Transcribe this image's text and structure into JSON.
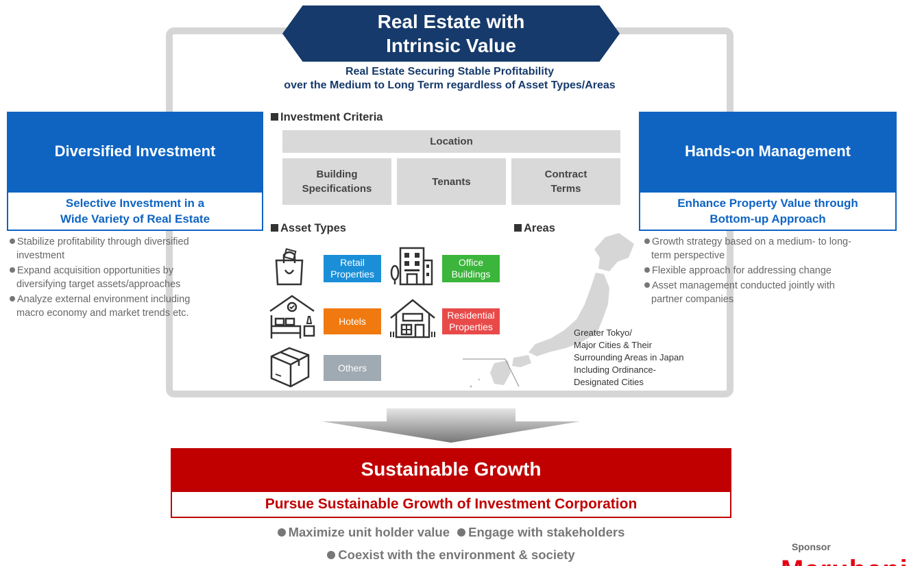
{
  "top": {
    "title": "Real Estate with Intrinsic Value",
    "subtitle_line1": "Real Estate Securing Stable Profitability",
    "subtitle_line2": "over the Medium to Long Term regardless of Asset Types/Areas"
  },
  "left": {
    "heading": "Diversified Investment",
    "sub_line1": "Selective Investment in a",
    "sub_line2": "Wide Variety of Real Estate",
    "bullets": [
      [
        "Stabilize profitability through diversified",
        "investment"
      ],
      [
        "Expand acquisition opportunities by",
        "diversifying target assets/approaches"
      ],
      [
        "Analyze external environment including",
        "macro economy and market trends etc."
      ]
    ]
  },
  "right": {
    "heading": "Hands-on Management",
    "sub_line1": "Enhance Property Value through",
    "sub_line2": "Bottom-up Approach",
    "bullets": [
      [
        "Growth strategy based on a medium- to long-",
        "term perspective"
      ],
      [
        "Flexible approach for addressing change"
      ],
      [
        "Asset management conducted jointly with",
        "partner companies"
      ]
    ]
  },
  "criteria": {
    "heading": "Investment Criteria",
    "location": "Location",
    "building_l1": "Building",
    "building_l2": "Specifications",
    "tenants": "Tenants",
    "contract_l1": "Contract",
    "contract_l2": "Terms"
  },
  "assets": {
    "heading": "Asset Types",
    "retail_l1": "Retail",
    "retail_l2": "Properties",
    "office_l1": "Office",
    "office_l2": "Buildings",
    "hotels": "Hotels",
    "residential_l1": "Residential",
    "residential_l2": "Properties",
    "others": "Others"
  },
  "areas": {
    "heading": "Areas",
    "lines": [
      "Greater Tokyo/",
      "Major Cities & Their",
      "Surrounding Areas in Japan",
      "Including Ordinance-",
      "Designated Cities"
    ]
  },
  "growth": {
    "heading": "Sustainable Growth",
    "sub": "Pursue Sustainable Growth of Investment Corporation",
    "goal1": "Maximize unit holder value",
    "goal2": "Engage with stakeholders",
    "goal3": "Coexist with the environment & society"
  },
  "sponsor": {
    "label": "Sponsor",
    "logo_text": "Marubeni"
  },
  "colors": {
    "navy": "#163a6b",
    "blue": "#0f64c2",
    "red": "#c00000",
    "retail": "#1a8fd8",
    "office": "#3bb53b",
    "hotels": "#f07a10",
    "residential": "#e84a4a",
    "others": "#a0aab2"
  }
}
